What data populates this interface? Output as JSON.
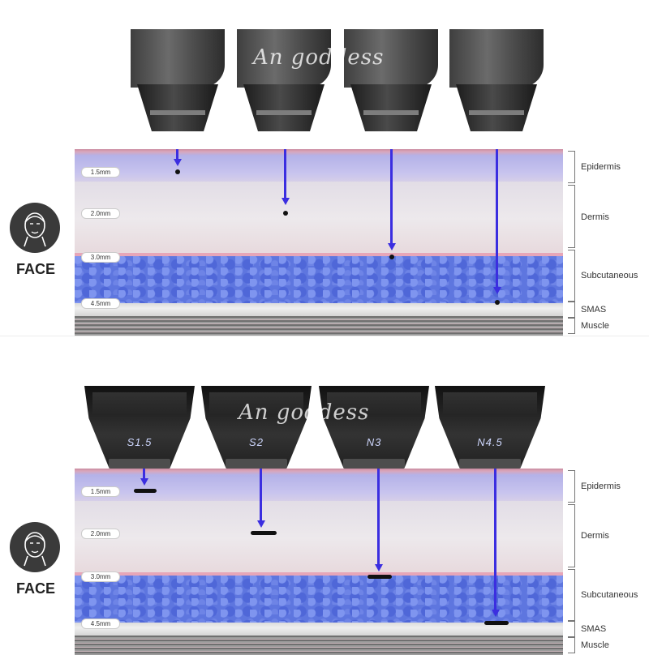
{
  "watermark": "An goddess",
  "face_label": "FACE",
  "layers": [
    {
      "name": "Epidermis"
    },
    {
      "name": "Dermis"
    },
    {
      "name": "Subcutaneous"
    },
    {
      "name": "SMAS"
    },
    {
      "name": "Muscle"
    }
  ],
  "depths": [
    "1.5mm",
    "2.0mm",
    "3.0mm",
    "4.5mm"
  ],
  "bottom_tips": [
    "S1.5",
    "S2",
    "N3",
    "N4.5"
  ],
  "colors": {
    "beam": "#3b2ee0",
    "subcutaneous": "#5e76df",
    "epidermis": "#b4b2e8"
  },
  "icons": [
    "face-icon",
    "handpiece-icon"
  ]
}
